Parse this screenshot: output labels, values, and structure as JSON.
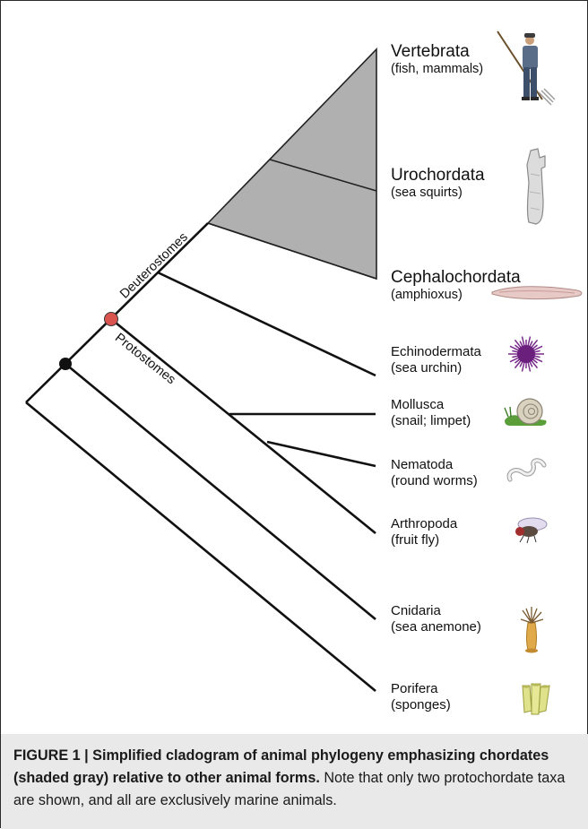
{
  "figure": {
    "taxa": [
      {
        "id": "vertebrata",
        "name": "Vertebrata",
        "common": "(fish, mammals)",
        "icon": "farmer-with-pitchfork-icon"
      },
      {
        "id": "urochordata",
        "name": "Urochordata",
        "common": "(sea squirts)",
        "icon": "sea-squirt-icon"
      },
      {
        "id": "cephalochordata",
        "name": "Cephalochordata",
        "common": "(amphioxus)",
        "icon": "amphioxus-icon"
      },
      {
        "id": "echinodermata",
        "name": "Echinodermata",
        "common": "(sea urchin)",
        "icon": "sea-urchin-icon"
      },
      {
        "id": "mollusca",
        "name": "Mollusca",
        "common": "(snail; limpet)",
        "icon": "snail-icon"
      },
      {
        "id": "nematoda",
        "name": "Nematoda",
        "common": "(round worms)",
        "icon": "round-worm-icon"
      },
      {
        "id": "arthropoda",
        "name": "Arthropoda",
        "common": "(fruit fly)",
        "icon": "fruit-fly-icon"
      },
      {
        "id": "cnidaria",
        "name": "Cnidaria",
        "common": "(sea anemone)",
        "icon": "sea-anemone-icon"
      },
      {
        "id": "porifera",
        "name": "Porifera",
        "common": "(sponges)",
        "icon": "sponge-icon"
      }
    ],
    "clades": {
      "deuterostomes": "Deuterostomes",
      "protostomes": "Protostomes"
    },
    "colors": {
      "chordate_shading": "#b0b0b0",
      "deuterostome_node": "#d9534f",
      "root_node": "#111111",
      "caption_background": "#e9e9e9"
    }
  },
  "caption": {
    "bold": "FIGURE 1 | Simplified cladogram of animal phylogeny emphasizing chordates (shaded gray) relative to other animal forms.",
    "rest": " Note that only two protochordate taxa are shown, and all are exclusively marine animals."
  }
}
